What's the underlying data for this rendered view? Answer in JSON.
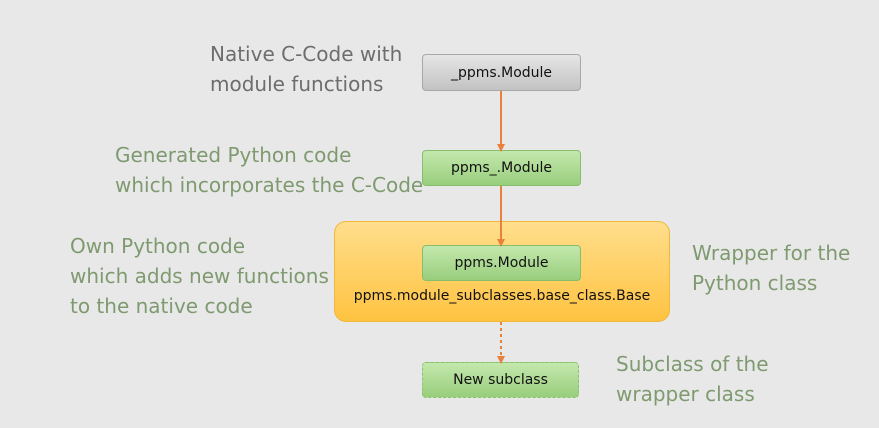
{
  "labels": {
    "native": "Native C-Code with\nmodule functions",
    "generated": "Generated Python code\nwhich incorporates the C-Code",
    "own": "Own Python code\nwhich adds new functions\nto the native code",
    "wrapper": "Wrapper for the\nPython class",
    "subclass": "Subclass of the\nwrapper class"
  },
  "boxes": {
    "native": "_ppms.Module",
    "generated": "ppms_.Module",
    "module": "ppms.Module",
    "wrapper_class": "ppms.module_subclasses.base_class.Base",
    "subclass": "New subclass"
  },
  "colors": {
    "background": "#e8e8e8",
    "arrow": "#e8813b",
    "green_text": "#7f9a70",
    "gray_text": "#6d6d6d",
    "green_box": "#a8d78e",
    "gray_box": "#d0d0d0",
    "wrapper_box": "#ffd066"
  }
}
